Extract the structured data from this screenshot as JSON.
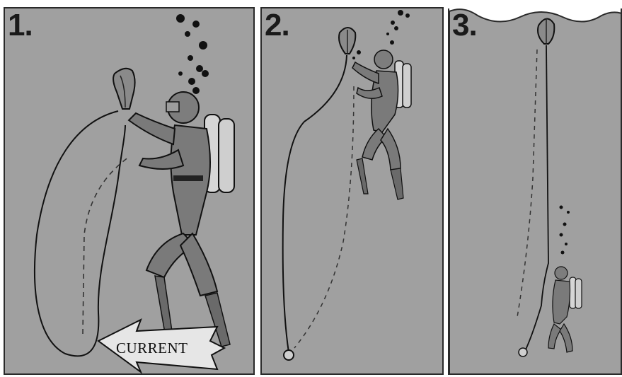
{
  "panels": [
    {
      "step_label": "1."
    },
    {
      "step_label": "2."
    },
    {
      "step_label": "3."
    }
  ],
  "current_arrow": {
    "label": "CURRENT"
  },
  "colors": {
    "water": "#a0a0a0",
    "diver_suit": "#7c7c7c",
    "tank": "#d4d4d4",
    "outline": "#1a1a1a"
  }
}
